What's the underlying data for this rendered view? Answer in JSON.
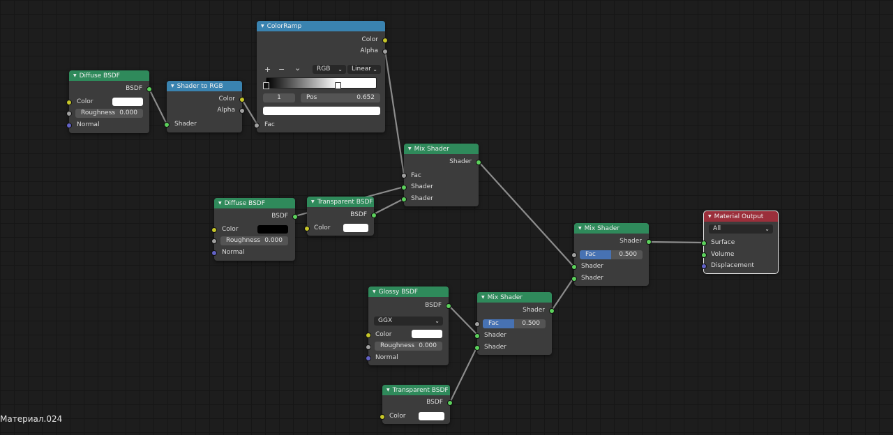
{
  "material_name": "Материал.024",
  "nodes": {
    "diffuse1": {
      "title": "Diffuse BSDF",
      "output": "BSDF",
      "color_label": "Color",
      "roughness_label": "Roughness",
      "roughness_value": "0.000",
      "normal_label": "Normal",
      "color_value": "#ffffff"
    },
    "shader_to_rgb": {
      "title": "Shader to RGB",
      "out_color": "Color",
      "out_alpha": "Alpha",
      "in_shader": "Shader"
    },
    "colorramp": {
      "title": "ColorRamp",
      "out_color": "Color",
      "out_alpha": "Alpha",
      "add": "+",
      "remove": "−",
      "menu": "⌄",
      "color_mode": "RGB",
      "interpolation": "Linear",
      "stop_index": "1",
      "pos_label": "Pos",
      "pos_value": "0.652",
      "fac_label": "Fac",
      "stop_color": "#ffffff"
    },
    "mix1": {
      "title": "Mix Shader",
      "output": "Shader",
      "fac_label": "Fac",
      "shader1": "Shader",
      "shader2": "Shader"
    },
    "diffuse2": {
      "title": "Diffuse BSDF",
      "output": "BSDF",
      "color_label": "Color",
      "roughness_label": "Roughness",
      "roughness_value": "0.000",
      "normal_label": "Normal",
      "color_value": "#000000"
    },
    "transparent1": {
      "title": "Transparent BSDF",
      "output": "BSDF",
      "color_label": "Color",
      "color_value": "#ffffff"
    },
    "mix2": {
      "title": "Mix Shader",
      "output": "Shader",
      "fac_label": "Fac",
      "fac_value": "0.500",
      "fac_fraction": 0.5,
      "shader1": "Shader",
      "shader2": "Shader"
    },
    "output": {
      "title": "Material Output",
      "target": "All",
      "surface": "Surface",
      "volume": "Volume",
      "displacement": "Displacement"
    },
    "glossy": {
      "title": "Glossy BSDF",
      "output": "BSDF",
      "distribution": "GGX",
      "color_label": "Color",
      "roughness_label": "Roughness",
      "roughness_value": "0.000",
      "normal_label": "Normal",
      "color_value": "#ffffff"
    },
    "mix3": {
      "title": "Mix Shader",
      "output": "Shader",
      "fac_label": "Fac",
      "fac_value": "0.500",
      "fac_fraction": 0.5,
      "shader1": "Shader",
      "shader2": "Shader"
    },
    "transparent2": {
      "title": "Transparent BSDF",
      "output": "BSDF",
      "color_label": "Color",
      "color_value": "#ffffff"
    }
  },
  "colors": {
    "shader_socket": "#5cd15c",
    "color_socket": "#c7c729",
    "float_socket": "#a1a1a1",
    "vector_socket": "#6363c7",
    "shader_header": "#2f8a5b",
    "converter_header": "#3a83b0",
    "output_header": "#9b2f3b"
  }
}
